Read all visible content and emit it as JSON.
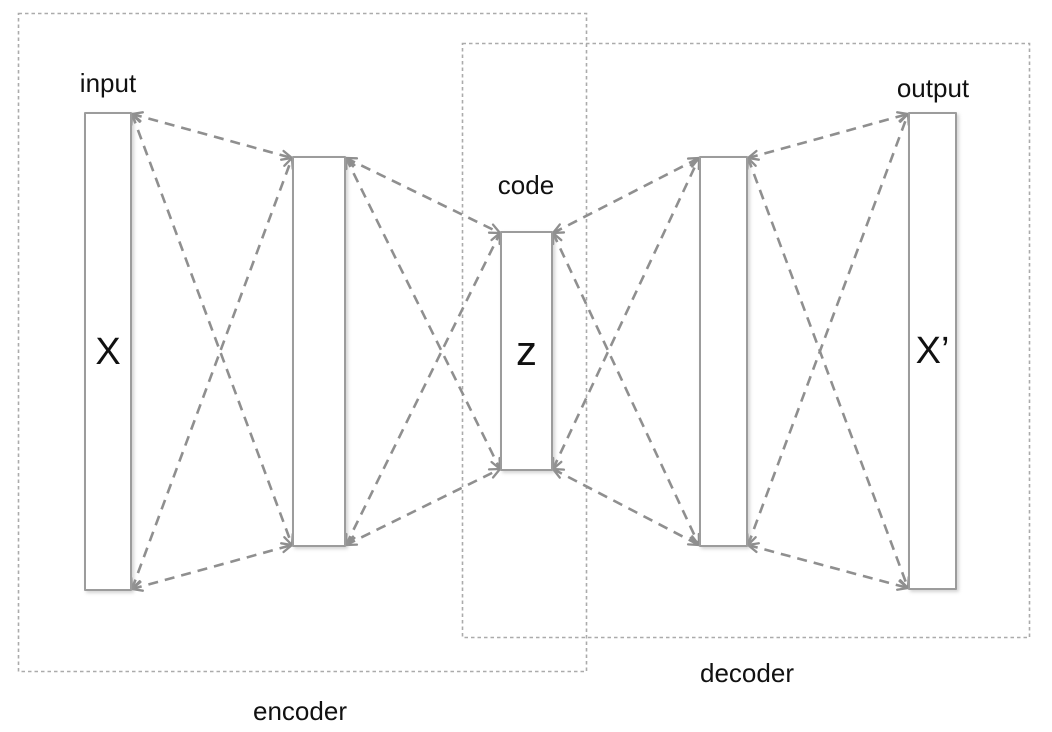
{
  "diagram": {
    "type": "autoencoder-architecture",
    "groups": {
      "encoder": {
        "label": "encoder"
      },
      "decoder": {
        "label": "decoder"
      }
    },
    "layers": [
      {
        "id": "input",
        "label": "input",
        "symbol": "X"
      },
      {
        "id": "hidden-encoder",
        "label": "",
        "symbol": ""
      },
      {
        "id": "code",
        "label": "code",
        "symbol": "z"
      },
      {
        "id": "hidden-decoder",
        "label": "",
        "symbol": ""
      },
      {
        "id": "output",
        "label": "output",
        "symbol": "X’"
      }
    ],
    "edges": [
      {
        "from": "input",
        "fromAnchor": "top",
        "to": "hidden-encoder",
        "toAnchor": "top"
      },
      {
        "from": "input",
        "fromAnchor": "top",
        "to": "hidden-encoder",
        "toAnchor": "bottom"
      },
      {
        "from": "input",
        "fromAnchor": "bottom",
        "to": "hidden-encoder",
        "toAnchor": "top"
      },
      {
        "from": "input",
        "fromAnchor": "bottom",
        "to": "hidden-encoder",
        "toAnchor": "bottom"
      },
      {
        "from": "hidden-encoder",
        "fromAnchor": "top",
        "to": "code",
        "toAnchor": "top"
      },
      {
        "from": "hidden-encoder",
        "fromAnchor": "top",
        "to": "code",
        "toAnchor": "bottom"
      },
      {
        "from": "hidden-encoder",
        "fromAnchor": "bottom",
        "to": "code",
        "toAnchor": "top"
      },
      {
        "from": "hidden-encoder",
        "fromAnchor": "bottom",
        "to": "code",
        "toAnchor": "bottom"
      },
      {
        "from": "code",
        "fromAnchor": "top",
        "to": "hidden-decoder",
        "toAnchor": "top"
      },
      {
        "from": "code",
        "fromAnchor": "top",
        "to": "hidden-decoder",
        "toAnchor": "bottom"
      },
      {
        "from": "code",
        "fromAnchor": "bottom",
        "to": "hidden-decoder",
        "toAnchor": "top"
      },
      {
        "from": "code",
        "fromAnchor": "bottom",
        "to": "hidden-decoder",
        "toAnchor": "bottom"
      },
      {
        "from": "hidden-decoder",
        "fromAnchor": "top",
        "to": "output",
        "toAnchor": "top"
      },
      {
        "from": "hidden-decoder",
        "fromAnchor": "top",
        "to": "output",
        "toAnchor": "bottom"
      },
      {
        "from": "hidden-decoder",
        "fromAnchor": "bottom",
        "to": "output",
        "toAnchor": "top"
      },
      {
        "from": "hidden-decoder",
        "fromAnchor": "bottom",
        "to": "output",
        "toAnchor": "bottom"
      }
    ],
    "edge_style": "dashed-double-arrow",
    "colors": {
      "connection_line": "#8f8f8f",
      "group_border": "#ababab",
      "layer_border": "#9c9c9c",
      "label_text": "#111111",
      "background": "#ffffff"
    }
  }
}
